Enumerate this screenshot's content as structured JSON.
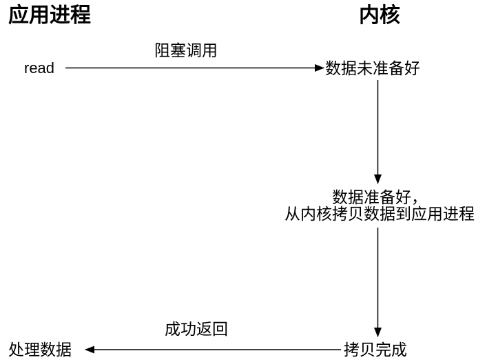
{
  "diagram": {
    "title_columns": {
      "left": "应用进程",
      "right": "内核"
    },
    "nodes": {
      "read": "read",
      "data_not_ready": "数据未准备好",
      "data_ready_line1": "数据准备好，",
      "data_ready_line2": "从内核拷贝数据到应用进程",
      "copy_complete": "拷贝完成",
      "process_data": "处理数据"
    },
    "arrow_labels": {
      "blocking_call": "阻塞调用",
      "success_return": "成功返回"
    },
    "colors": {
      "line": "#000000",
      "text": "#000000",
      "background": "#ffffff"
    }
  }
}
